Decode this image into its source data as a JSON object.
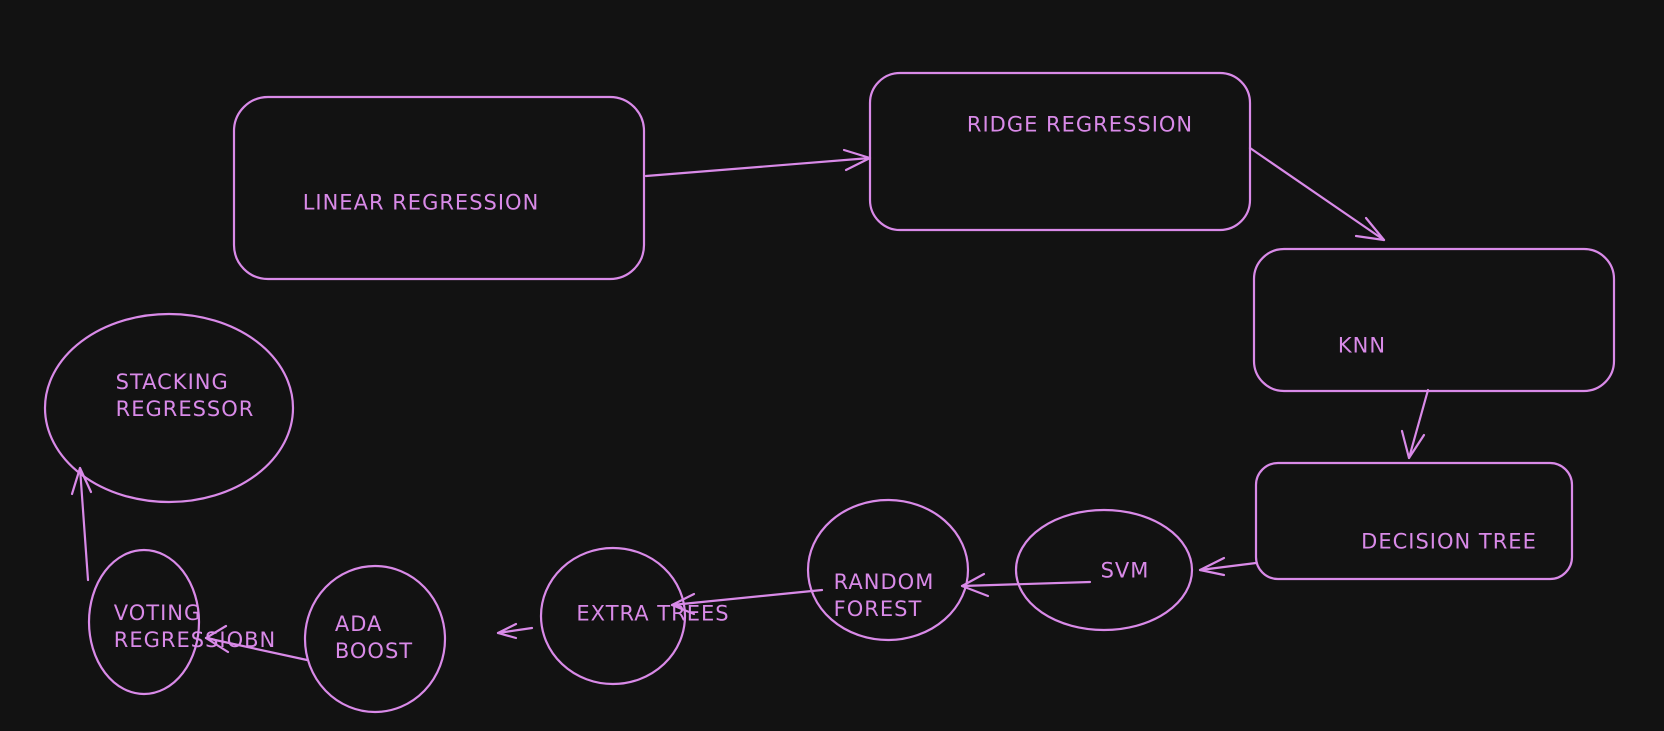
{
  "colors": {
    "background": "#121212",
    "stroke": "#d98ae8"
  },
  "nodes": {
    "linear_regression": {
      "label": "LINEAR REGRESSION",
      "shape": "rounded-rect"
    },
    "ridge_regression": {
      "label": "RIDGE REGRESSION",
      "shape": "rounded-rect"
    },
    "knn": {
      "label": "KNN",
      "shape": "rounded-rect"
    },
    "decision_tree": {
      "label": "DECISION TREE",
      "shape": "rounded-rect"
    },
    "svm": {
      "label": "SVM",
      "shape": "ellipse"
    },
    "random_forest": {
      "label": "RANDOM\nFOREST",
      "shape": "ellipse"
    },
    "extra_trees": {
      "label": "EXTRA TREES",
      "shape": "ellipse"
    },
    "ada_boost": {
      "label": "ADA\nBOOST",
      "shape": "ellipse"
    },
    "voting_regression": {
      "label": "VOTING\nREGRESSIOBN",
      "shape": "ellipse"
    },
    "stacking_regressor": {
      "label": "STACKING\nREGRESSOR",
      "shape": "ellipse"
    }
  },
  "edges": [
    {
      "from": "linear_regression",
      "to": "ridge_regression"
    },
    {
      "from": "ridge_regression",
      "to": "knn"
    },
    {
      "from": "knn",
      "to": "decision_tree"
    },
    {
      "from": "decision_tree",
      "to": "svm"
    },
    {
      "from": "svm",
      "to": "random_forest"
    },
    {
      "from": "random_forest",
      "to": "extra_trees"
    },
    {
      "from": "extra_trees",
      "to": "ada_boost"
    },
    {
      "from": "ada_boost",
      "to": "voting_regression"
    },
    {
      "from": "voting_regression",
      "to": "stacking_regressor"
    }
  ]
}
